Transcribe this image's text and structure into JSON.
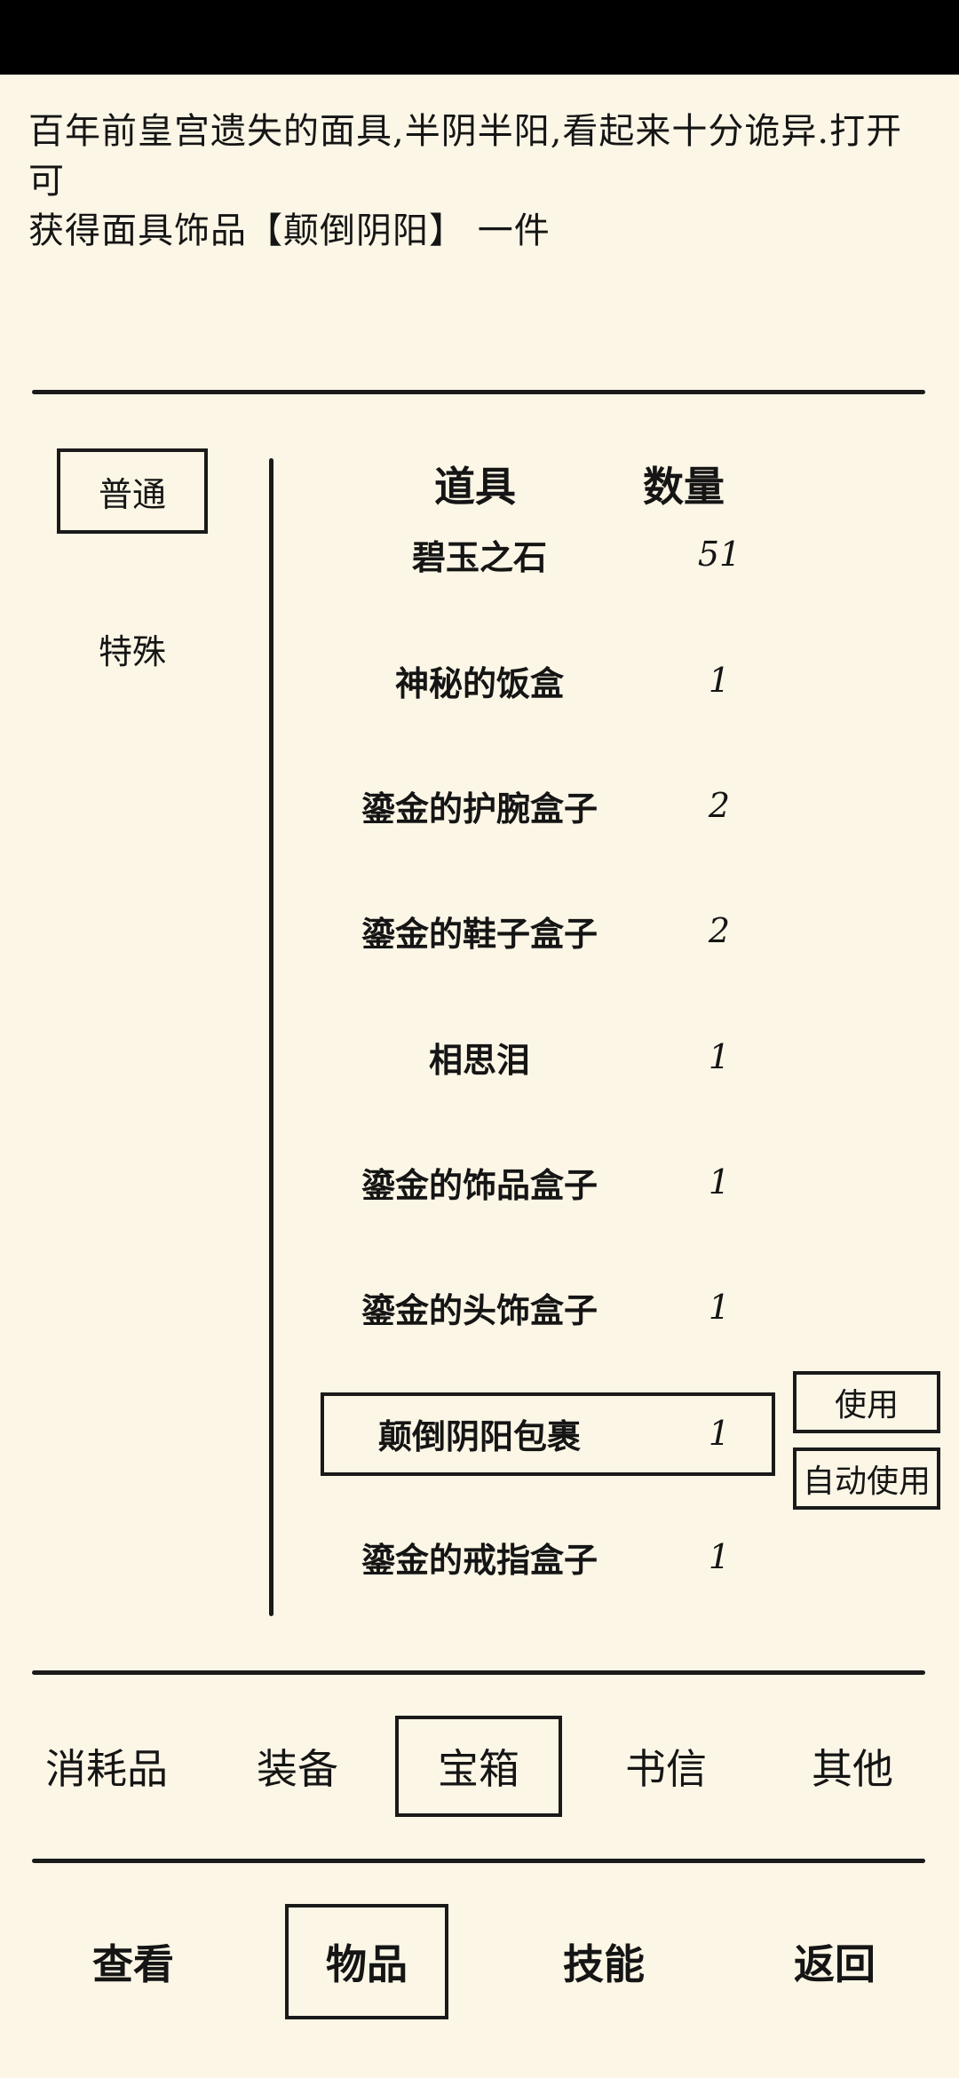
{
  "description": {
    "line1": "百年前皇宫遗失的面具,半阴半阳,看起来十分诡异.打开可",
    "line2": "获得面具饰品【颠倒阴阳】 一件"
  },
  "categories": [
    {
      "label": "普通",
      "selected": true
    },
    {
      "label": "特殊",
      "selected": false
    }
  ],
  "table": {
    "headers": {
      "item": "道具",
      "qty": "数量"
    },
    "rows": [
      {
        "name": "碧玉之石",
        "qty": "51"
      },
      {
        "name": "神秘的饭盒",
        "qty": "1"
      },
      {
        "name": "鎏金的护腕盒子",
        "qty": "2"
      },
      {
        "name": "鎏金的鞋子盒子",
        "qty": "2"
      },
      {
        "name": "相思泪",
        "qty": "1"
      },
      {
        "name": "鎏金的饰品盒子",
        "qty": "1"
      },
      {
        "name": "鎏金的头饰盒子",
        "qty": "1"
      },
      {
        "name": "颠倒阴阳包裹",
        "qty": "1",
        "selected": true
      },
      {
        "name": "鎏金的戒指盒子",
        "qty": "1"
      }
    ]
  },
  "actions": {
    "use": "使用",
    "auto_use": "自动使用"
  },
  "item_tabs": [
    {
      "label": "消耗品",
      "selected": false
    },
    {
      "label": "装备",
      "selected": false
    },
    {
      "label": "宝箱",
      "selected": true
    },
    {
      "label": "书信",
      "selected": false
    },
    {
      "label": "其他",
      "selected": false
    }
  ],
  "main_tabs": [
    {
      "label": "查看",
      "selected": false
    },
    {
      "label": "物品",
      "selected": true
    },
    {
      "label": "技能",
      "selected": false
    },
    {
      "label": "返回",
      "selected": false
    }
  ]
}
